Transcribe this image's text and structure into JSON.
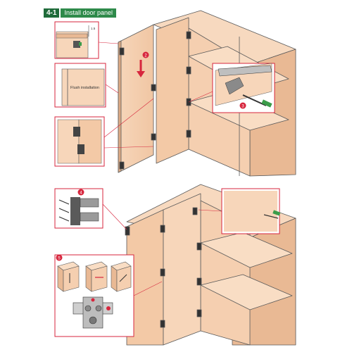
{
  "header": {
    "step_number": "4-1",
    "step_title": "Install door panel"
  },
  "callouts": {
    "measure_small": "1.5",
    "measure_gap": "1.5",
    "flush_label": "Flush installation"
  },
  "step_markers": {
    "m2": "2",
    "m3": "3",
    "m4": "4",
    "m5": "5"
  },
  "colors": {
    "accent_red": "#d7263d",
    "wood": "#f5cfb0",
    "wood_dark": "#e8b892",
    "wood_shadow": "#dcaa85",
    "line": "#5a5a5a",
    "tag_green": "#2e8a4a"
  }
}
